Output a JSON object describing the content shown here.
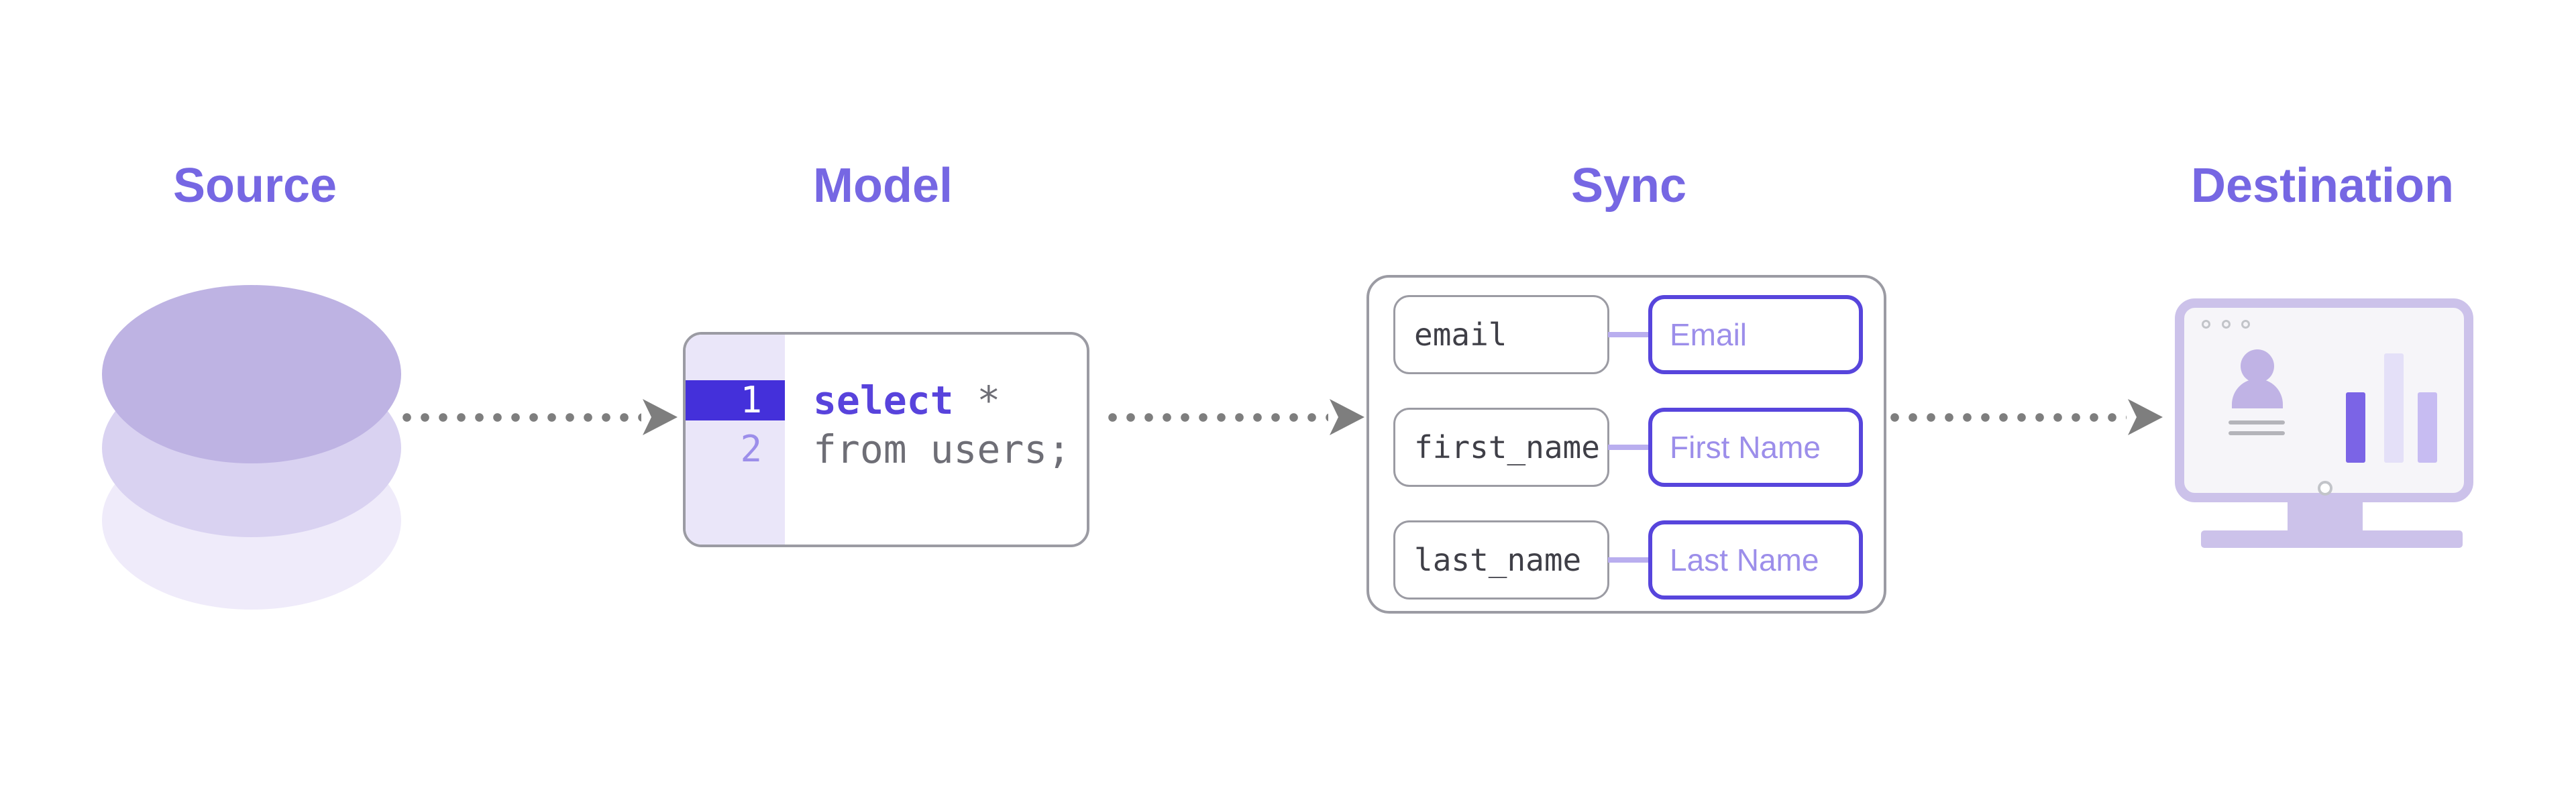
{
  "stages": [
    {
      "id": "source",
      "label": "Source"
    },
    {
      "id": "model",
      "label": "Model"
    },
    {
      "id": "sync",
      "label": "Sync"
    },
    {
      "id": "destination",
      "label": "Destination"
    }
  ],
  "model": {
    "code_lines": [
      {
        "number": "1",
        "highlighted": true,
        "tokens": [
          {
            "text": "select",
            "style": "keyword"
          },
          {
            "text": " *",
            "style": "plain"
          }
        ]
      },
      {
        "number": "2",
        "highlighted": false,
        "tokens": [
          {
            "text": "from users;",
            "style": "plain"
          }
        ]
      }
    ]
  },
  "sync": {
    "mappings": [
      {
        "source": "email",
        "destination": "Email"
      },
      {
        "source": "first_name",
        "destination": "First Name"
      },
      {
        "source": "last_name",
        "destination": "Last Name"
      }
    ]
  },
  "icons": {
    "source": "database-icon",
    "destination": "monitor-dashboard-icon",
    "flow": "dotted-arrow-icon"
  },
  "colors": {
    "accent": "#7667E3",
    "highlight": "#4430DA",
    "keyword": "#5843DC",
    "pill-border": "#5745DC",
    "light-purple": "#9C8EEA",
    "connector": "#B9AEEF",
    "gutter-bg": "#EAE6F9",
    "box-border": "#9B9BA3",
    "code-gray": "#6E6E76",
    "dark-text": "#3F3F47",
    "arrow": "#7E7E7E",
    "db-top": "#BEB3E3",
    "db-middle": "#D9D2F1",
    "db-bottom": "#EFEBFA",
    "mon-frame": "#CCC2EA",
    "mon-screen": "#F6F5F9",
    "person": "#C0B3E5",
    "line-gray": "#B4B4BA",
    "ring-gray": "#C2C4C9",
    "bar-strong": "#7B64E6",
    "bar-light": "#E4E0F8",
    "bar-mid": "#C7BCF2"
  }
}
